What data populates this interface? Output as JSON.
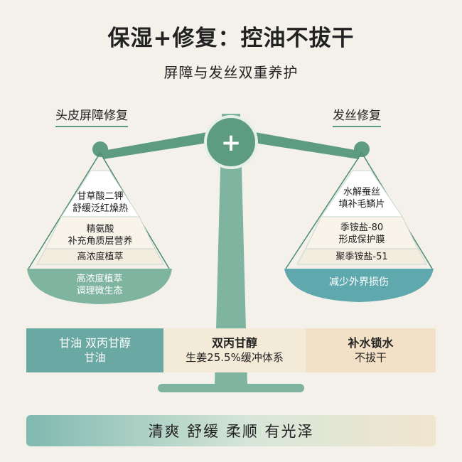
{
  "title": "保湿+修复：控油不拔干",
  "subtitle": "屏障与发丝双重养护",
  "left": {
    "heading": "头皮屏障修复",
    "items": [
      {
        "line1": "甘草酸二钾",
        "line2": "舒缓泛红燥热"
      },
      {
        "line1": "精氨酸",
        "line2": "补充角质层营养"
      },
      {
        "line1": "高浓度植萃",
        "line2": ""
      }
    ],
    "base": {
      "line1": "高浓度植萃",
      "line2": "调理微生态"
    }
  },
  "right": {
    "heading": "发丝修复",
    "items": [
      {
        "line1": "水解蚕丝",
        "line2": "填补毛鳞片"
      },
      {
        "line1": "季铵盐-80",
        "line2": "形成保护膜"
      },
      {
        "line1": "聚季铵盐-51",
        "line2": ""
      }
    ],
    "base": {
      "line1": "减少外界损伤",
      "line2": ""
    }
  },
  "pivot_symbol": "+",
  "bars": {
    "left": {
      "line1": "甘油 双丙甘醇",
      "line2": "甘油"
    },
    "middle": {
      "line1": "双丙甘醇",
      "line2": "生姜25.5%缓冲体系"
    },
    "right": {
      "line1": "补水锁水",
      "line2": "不拔干"
    }
  },
  "bottom_text": "清爽 舒缓 柔顺 有光泽",
  "colors": {
    "green": "#7fb5a0",
    "dark_green": "#5e9c80",
    "teal": "#6aa9a3",
    "right_base": "#5fa8ad"
  }
}
